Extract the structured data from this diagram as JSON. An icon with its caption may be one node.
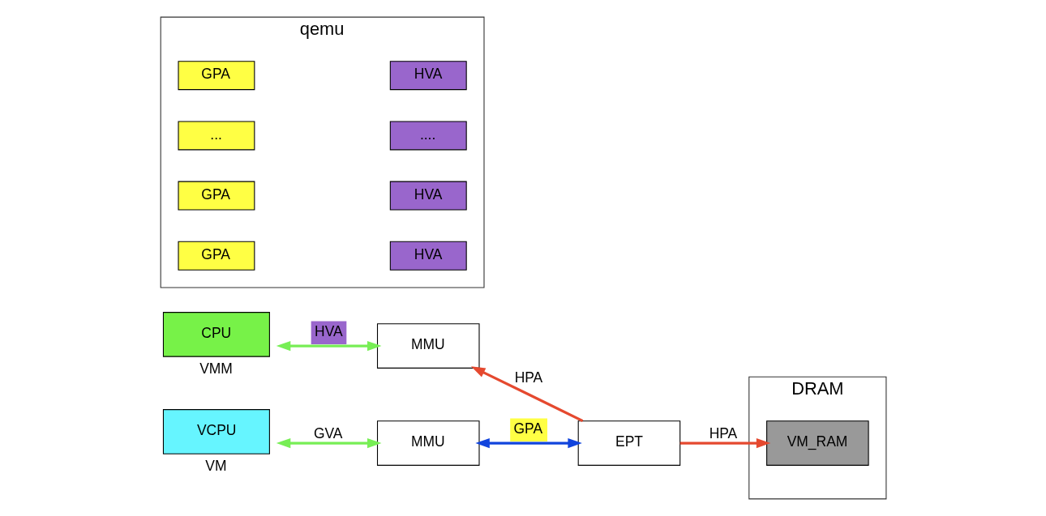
{
  "diagram": {
    "nodes": [
      {
        "text": [
          "CPU"
        ],
        "beside": [
          "VMM"
        ]
      },
      {
        "text": [
          "MMU"
        ]
      },
      {
        "text": [
          "DRAM"
        ]
      },
      {
        "text": [
          "VM_RAM"
        ],
        "in": 2
      },
      {
        "text": [
          "qemu"
        ]
      },
      {
        "text": [
          "GPA"
        ],
        "in": 4
      },
      {
        "text": [
          "HVA"
        ],
        "in": 4
      },
      {
        "text": [
          "GPA"
        ],
        "in": 4
      },
      {
        "text": [
          "HVA"
        ],
        "in": 4
      },
      {
        "text": [
          "..."
        ],
        "in": 4
      },
      {
        "text": [
          "...."
        ],
        "in": 4
      },
      {
        "text": [
          "GPA"
        ],
        "in": 4
      },
      {
        "text": [
          "HVA"
        ],
        "in": 4
      },
      {
        "text": [
          "VCPU"
        ],
        "beside": [
          "VM"
        ]
      },
      {
        "text": [
          "MMU"
        ]
      },
      {
        "text": [
          "EPT"
        ]
      }
    ],
    "edges": [
      {
        "from": 0,
        "to": 1,
        "arrow": "both",
        "label": "HVA",
        "color": "#77ee55"
      },
      {
        "from": 13,
        "to": 14,
        "arrow": "both",
        "label": "GVA",
        "color": "#77ee55"
      },
      {
        "from": 14,
        "to": 15,
        "arrow": "both",
        "label": "GPA",
        "color": "#1144dd"
      },
      {
        "from": 15,
        "to": 1,
        "arrow": "to",
        "label": "HPA",
        "color": "#e5492f"
      },
      {
        "from": 15,
        "to": 3,
        "arrow": "to",
        "label": "HPA",
        "color": "#e5492f"
      }
    ]
  }
}
